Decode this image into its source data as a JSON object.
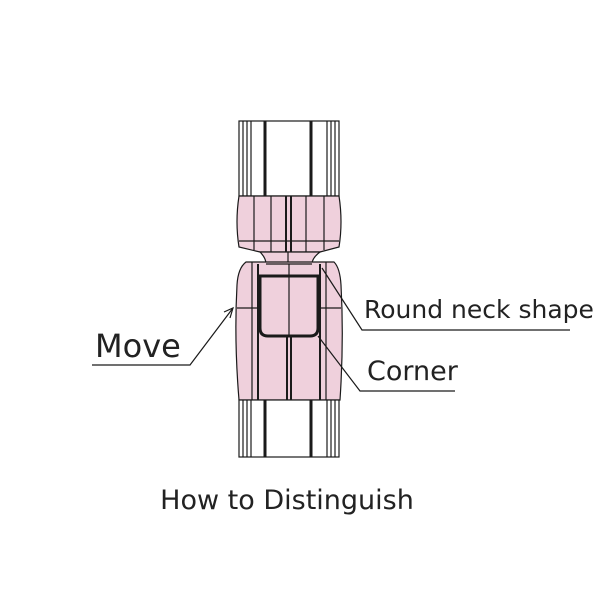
{
  "labels": {
    "move": "Move",
    "round_neck": "Round neck shape",
    "corner": "Corner"
  },
  "caption": "How to Distinguish",
  "colors": {
    "fill": "#efd0dc",
    "stroke": "#1a1a1a"
  }
}
